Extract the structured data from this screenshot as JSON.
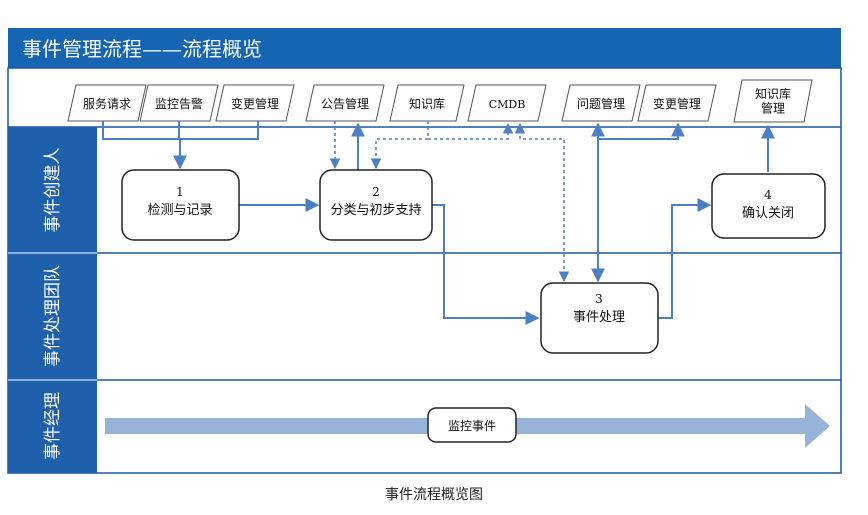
{
  "title": "事件管理流程——流程概览",
  "inputs": [
    "服务请求",
    "监控告警",
    "变更管理",
    "公告管理",
    "知识库",
    "CMDB",
    "问题管理",
    "变更管理",
    "知识库\n管理"
  ],
  "lanes": [
    "事件创建人",
    "事件处理团队",
    "事件经理"
  ],
  "steps": [
    {
      "num": "1",
      "label": "检测与记录"
    },
    {
      "num": "2",
      "label": "分类与初步支持"
    },
    {
      "num": "3",
      "label": "事件处理"
    },
    {
      "num": "4",
      "label": "确认关闭"
    }
  ],
  "monitor_label": "监控事件",
  "caption": "事件流程概览图",
  "colors": {
    "header_bg": "#1565b3",
    "lane_bg": "#1f60ad",
    "border": "#1b56a0",
    "arrow": "#4d7fc4",
    "band": "#97b4d8"
  }
}
